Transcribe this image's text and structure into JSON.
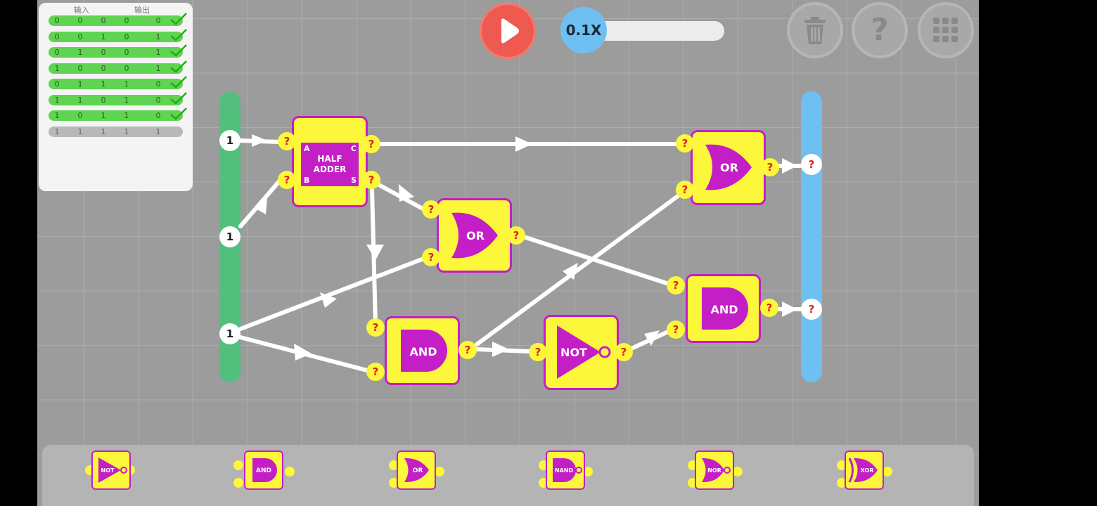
{
  "truth_table": {
    "header_inputs": "输入",
    "header_outputs": "输出",
    "rows": [
      {
        "values": [
          "0",
          "0",
          "0",
          "0",
          "0"
        ],
        "status": "pass"
      },
      {
        "values": [
          "0",
          "0",
          "1",
          "0",
          "1"
        ],
        "status": "pass"
      },
      {
        "values": [
          "0",
          "1",
          "0",
          "0",
          "1"
        ],
        "status": "pass"
      },
      {
        "values": [
          "1",
          "0",
          "0",
          "0",
          "1"
        ],
        "status": "pass"
      },
      {
        "values": [
          "0",
          "1",
          "1",
          "1",
          "0"
        ],
        "status": "pass"
      },
      {
        "values": [
          "1",
          "1",
          "0",
          "1",
          "0"
        ],
        "status": "pass"
      },
      {
        "values": [
          "1",
          "0",
          "1",
          "1",
          "0"
        ],
        "status": "pass"
      },
      {
        "values": [
          "1",
          "1",
          "1",
          "1",
          "1"
        ],
        "status": "pending"
      }
    ]
  },
  "controls": {
    "speed_label": "0.1X",
    "play_icon": "play-icon",
    "trash_icon": "trash-icon",
    "help_label": "?",
    "menu_icon": "grid-menu-icon"
  },
  "inputs": [
    "1",
    "1",
    "1"
  ],
  "outputs": [
    "?",
    "?"
  ],
  "pin_value": "?",
  "gates": {
    "half_adder": {
      "line1": "HALF",
      "line2": "ADDER",
      "a": "A",
      "b": "B",
      "c": "C",
      "s": "S"
    },
    "or_mid": "OR",
    "or_top": "OR",
    "and_low": "AND",
    "not_low": "NOT",
    "and_right": "AND"
  },
  "palette": [
    "NOT",
    "AND",
    "OR",
    "NAND",
    "NOR",
    "XOR"
  ],
  "colors": {
    "board": "#9c9c9c",
    "gate_body": "#fcf73a",
    "gate_symbol": "#c41ec6",
    "input_rail": "#52c07c",
    "output_rail": "#6ec0f2",
    "play": "#ee5a4f",
    "row_pass": "#5fd451",
    "row_pending": "#b8b8b8"
  }
}
